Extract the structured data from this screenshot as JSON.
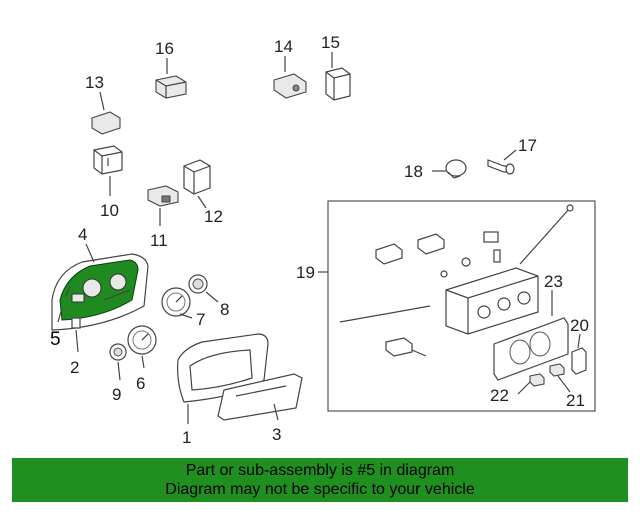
{
  "callouts": {
    "c1": "1",
    "c2": "2",
    "c3": "3",
    "c4": "4",
    "c5": "5",
    "c6": "6",
    "c7": "7",
    "c8": "8",
    "c9": "9",
    "c10": "10",
    "c11": "11",
    "c12": "12",
    "c13": "13",
    "c14": "14",
    "c15": "15",
    "c16": "16",
    "c17": "17",
    "c18": "18",
    "c19": "19",
    "c20": "20",
    "c21": "21",
    "c22": "22",
    "c23": "23"
  },
  "banner": {
    "line1": "Part or sub-assembly is #5 in diagram",
    "line2": "Diagram may not be specific to your vehicle"
  },
  "colors": {
    "highlight": "#1f8a1f",
    "banner": "#1f8f1f"
  }
}
